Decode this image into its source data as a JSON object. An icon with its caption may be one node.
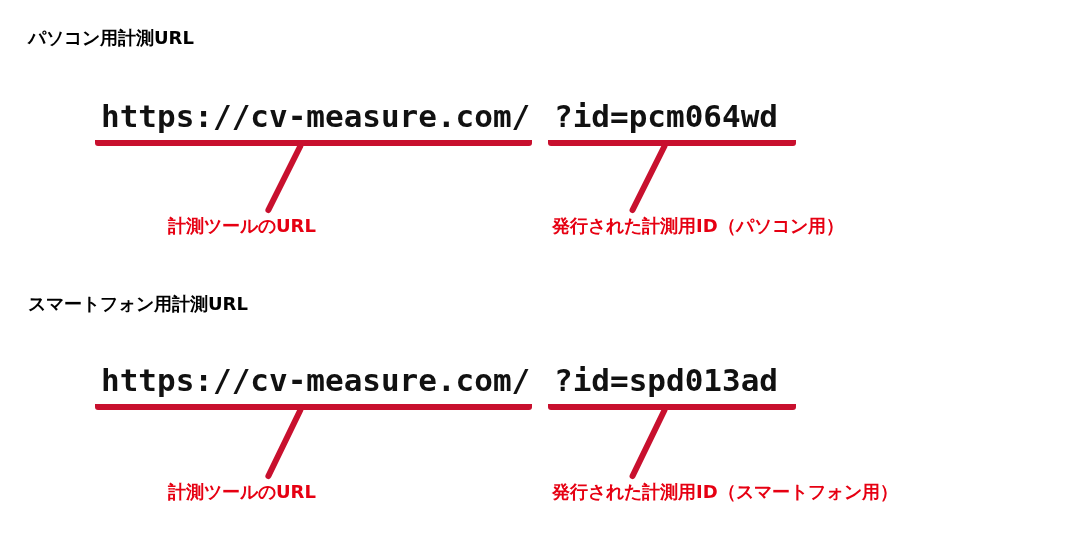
{
  "diagram": {
    "nodes": [
      {
        "text": [
          "https://cv-measure.com/"
        ]
      },
      {
        "text": [
          "?id=pcm064wd"
        ]
      },
      {
        "text": [
          "計測ツールのURL"
        ]
      },
      {
        "text": [
          "発行された計測用ID（パソコン用）"
        ]
      },
      {
        "text": [
          "https://cv-measure.com/"
        ]
      },
      {
        "text": [
          "?id=spd013ad"
        ]
      },
      {
        "text": [
          "計測ツールのURL"
        ]
      },
      {
        "text": [
          "発行された計測用ID（スマートフォン用）"
        ]
      }
    ],
    "edges": [
      {
        "from": 2,
        "to": 0,
        "arrow": "none"
      },
      {
        "from": 3,
        "to": 1,
        "arrow": "none"
      },
      {
        "from": 6,
        "to": 4,
        "arrow": "none"
      },
      {
        "from": 7,
        "to": 5,
        "arrow": "none"
      }
    ],
    "labels": [
      "パソコン用計測URL",
      "スマートフォン用計測URL"
    ]
  }
}
